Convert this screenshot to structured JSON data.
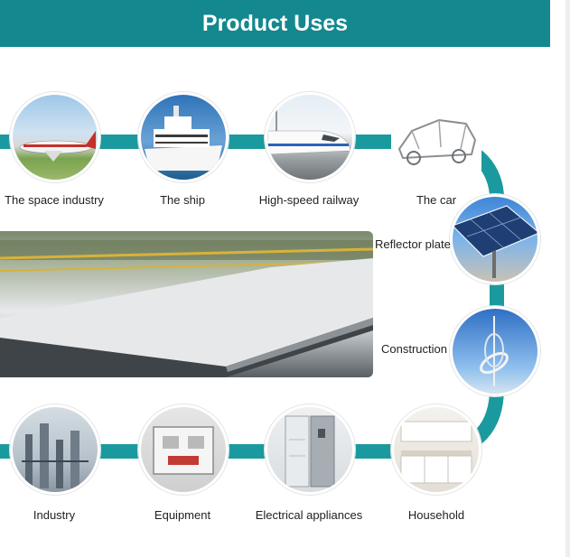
{
  "header": {
    "title": "Product Uses"
  },
  "top_row": [
    {
      "label": "The space industry",
      "icon": "airplane-icon"
    },
    {
      "label": "The ship",
      "icon": "ship-icon"
    },
    {
      "label": "High-speed railway",
      "icon": "train-icon"
    },
    {
      "label": "The car",
      "icon": "car-frame-icon"
    }
  ],
  "right_column": [
    {
      "label": "Reflector plate",
      "icon": "solar-panel-icon"
    },
    {
      "label": "Construction",
      "icon": "sculpture-icon"
    }
  ],
  "bottom_row": [
    {
      "label": "Industry",
      "icon": "refinery-icon"
    },
    {
      "label": "Equipment",
      "icon": "machine-icon"
    },
    {
      "label": "Electrical appliances",
      "icon": "refrigerator-icon"
    },
    {
      "label": "Household",
      "icon": "kitchen-icon"
    }
  ],
  "colors": {
    "accent": "#14888f",
    "connector": "#1a9a9e"
  }
}
